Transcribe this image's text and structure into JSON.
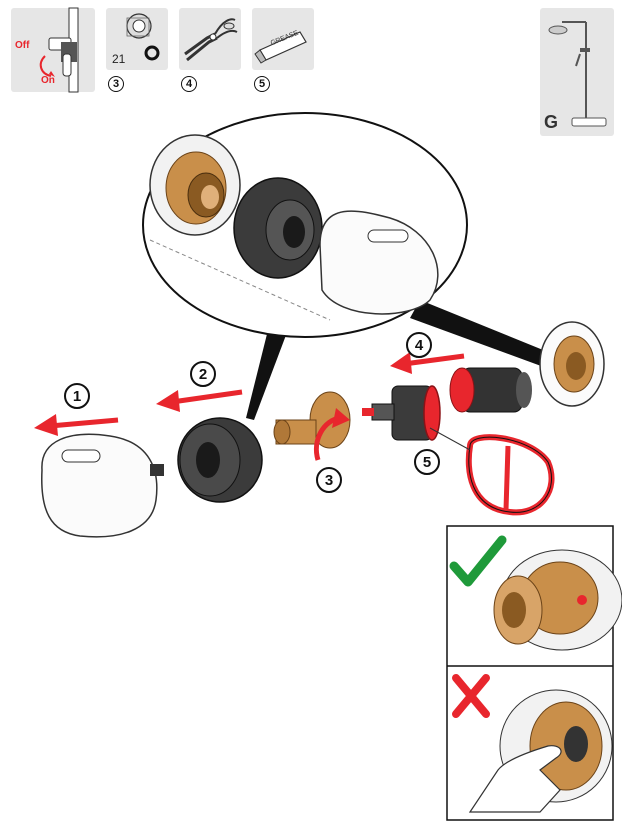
{
  "toolbar": {
    "valve_tile": {
      "off_label": "Off",
      "on_label": "On"
    },
    "wrench_tile": {
      "size_label": "21",
      "step": "3"
    },
    "pliers_tile": {
      "step": "4"
    },
    "grease_tile": {
      "tube_label": "GREASE",
      "step": "5"
    }
  },
  "product_tile": {
    "label": "G"
  },
  "steps": {
    "one": "1",
    "two": "2",
    "three": "3",
    "four": "4",
    "five": "5"
  },
  "verification": {
    "correct_icon": "check-icon",
    "wrong_icon": "cross-icon"
  },
  "colors": {
    "accent_red": "#e8262d",
    "check_green": "#1f9a3a",
    "brass": "#c98f4a",
    "dark_part": "#3b3b3b"
  }
}
